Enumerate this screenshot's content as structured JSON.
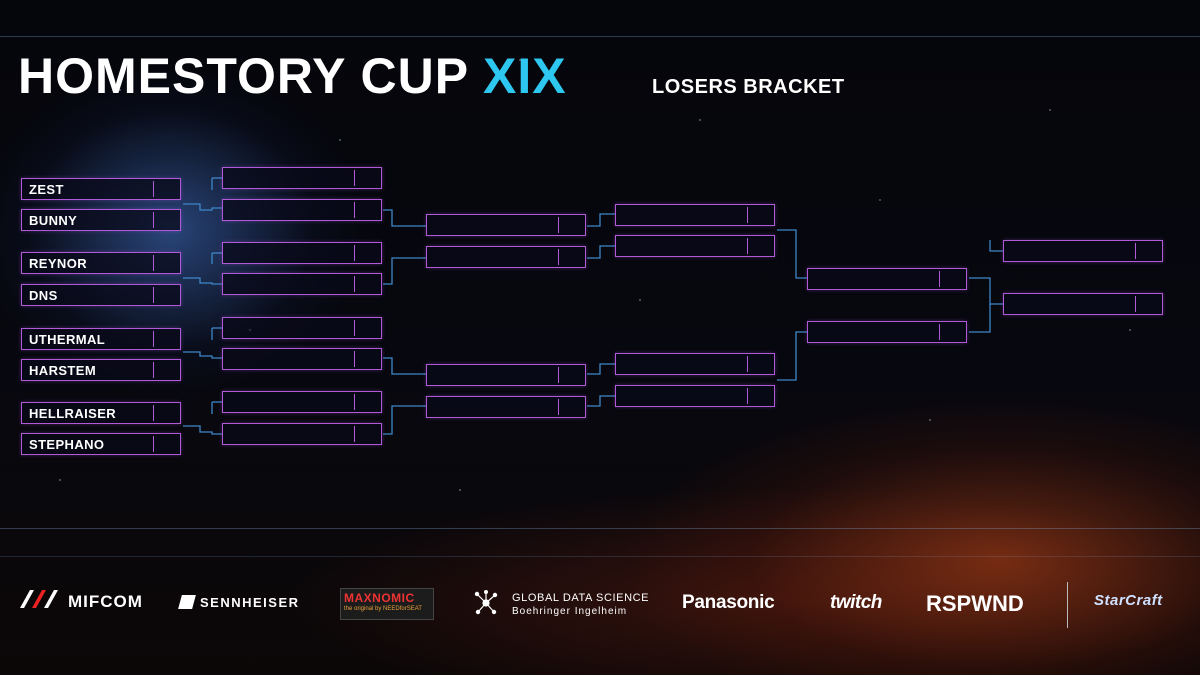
{
  "header": {
    "title": "HOMESTORY CUP",
    "title_accent": "XIX",
    "subtitle": "LOSERS BRACKET"
  },
  "colors": {
    "accent": "#2ec7f0",
    "slot_border": "#b05ad8",
    "connector": "#3e86c8"
  },
  "bracket": {
    "round1": [
      "ZEST",
      "BUNNY",
      "REYNOR",
      "DNS",
      "UTHERMAL",
      "HARSTEM",
      "HELLRAISER",
      "STEPHANO"
    ]
  },
  "sponsors": {
    "mifcom": "MIFCOM",
    "sennheiser": "SENNHEISER",
    "maxnomic": "MAXNOMIC",
    "maxnomic_tagline": "the original by NEEDforSEAT",
    "gds_line1": "GLOBAL DATA SCIENCE",
    "gds_line2": "Boehringer Ingelheim",
    "panasonic": "Panasonic",
    "twitch": "twitch",
    "rspwnd": "RSPWND",
    "starcraft": "StarCraft"
  }
}
